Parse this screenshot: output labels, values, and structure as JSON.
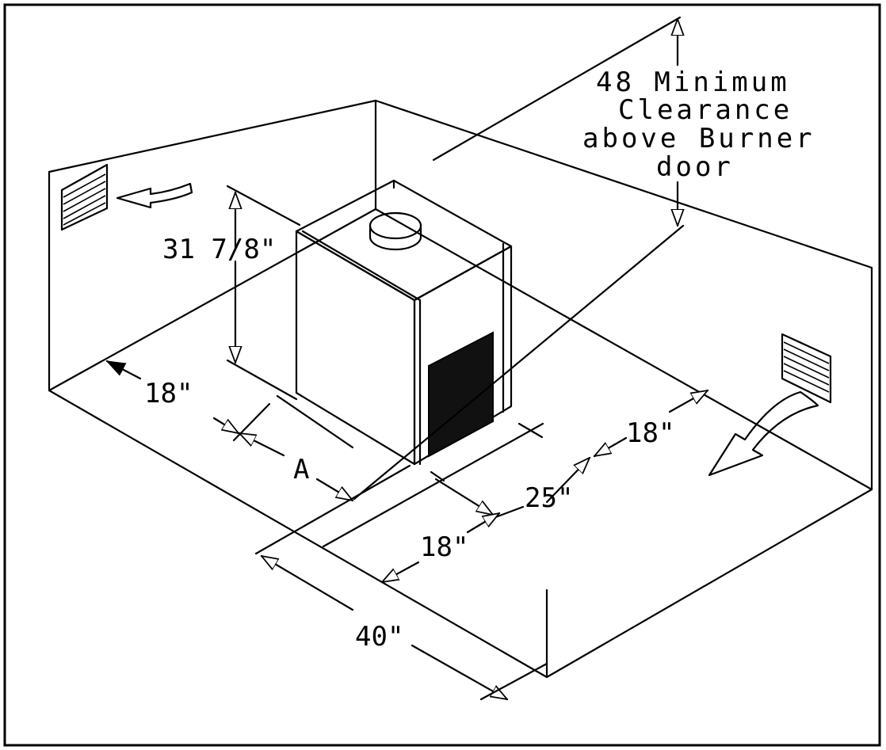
{
  "diagram": {
    "clearance_note": {
      "line1": "48 Minimum",
      "line2": "Clearance",
      "line3": "above Burner",
      "line4": "door"
    },
    "labels": {
      "height": "31  7/8\"",
      "left_side": "18\"",
      "dim_a": "A",
      "right_side": "18\"",
      "front_depth": "25\"",
      "front_clearance": "18\"",
      "total_width": "40\""
    },
    "icons": [
      "vent-grille-icon",
      "airflow-arrow-icon",
      "boiler-unit-icon"
    ]
  }
}
